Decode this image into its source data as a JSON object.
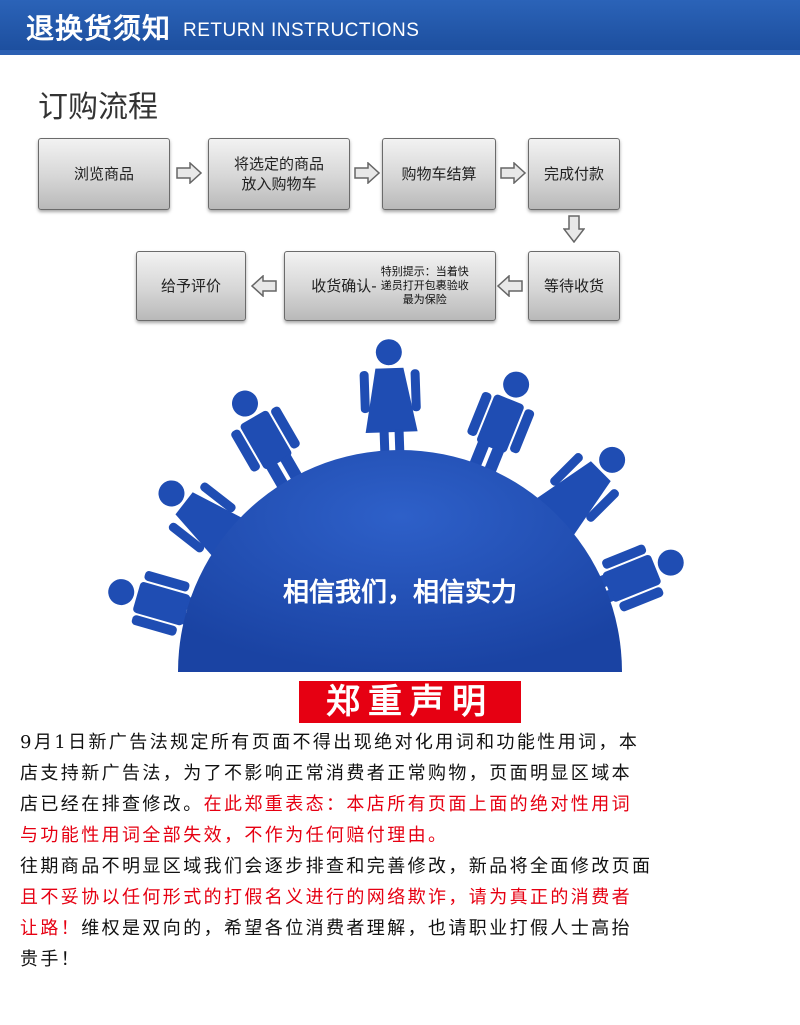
{
  "header": {
    "title_cn": "退换货须知",
    "title_en": "RETURN INSTRUCTIONS"
  },
  "section": {
    "title": "订购流程"
  },
  "flow": {
    "browse": "浏览商品",
    "add_to_cart_line1": "将选定的商品",
    "add_to_cart_line2": "放入购物车",
    "checkout": "购物车结算",
    "pay": "完成付款",
    "wait": "等待收货",
    "confirm": "收货确认-",
    "tip_line1": "特别提示：当着快",
    "tip_line2": "递员打开包裹验收",
    "tip_line3": "最为保险",
    "review": "给予评价"
  },
  "slogan": "相信我们，相信实力",
  "declaration": {
    "heading": "郑重声明",
    "l1": "9月1日新广告法规定所有页面不得出现绝对化用词和功能性用词，本",
    "l2": "店支持新广告法，为了不影响正常消费者正常购物，页面明显区域本",
    "l3a": "店已经在排查修改。",
    "l3b": "在此郑重表态：本店所有页面上面的绝对性用词",
    "l4": "与功能性用词全部失效，不作为任何赔付理由。",
    "l5": "往期商品不明显区域我们会逐步排查和完善修改，新品将全面修改页面",
    "l6": "且不妥协以任何形式的打假名义进行的网络欺诈，请为真正的消费者",
    "l7a": "让路！",
    "l7b": "维权是双向的，希望各位消费者理解，也请职业打假人士高抬",
    "l8": "贵手！"
  },
  "colors": {
    "header_blue": "#1d4f9f",
    "crowd_blue": "#1f4db3",
    "alert_red": "#e60012"
  }
}
